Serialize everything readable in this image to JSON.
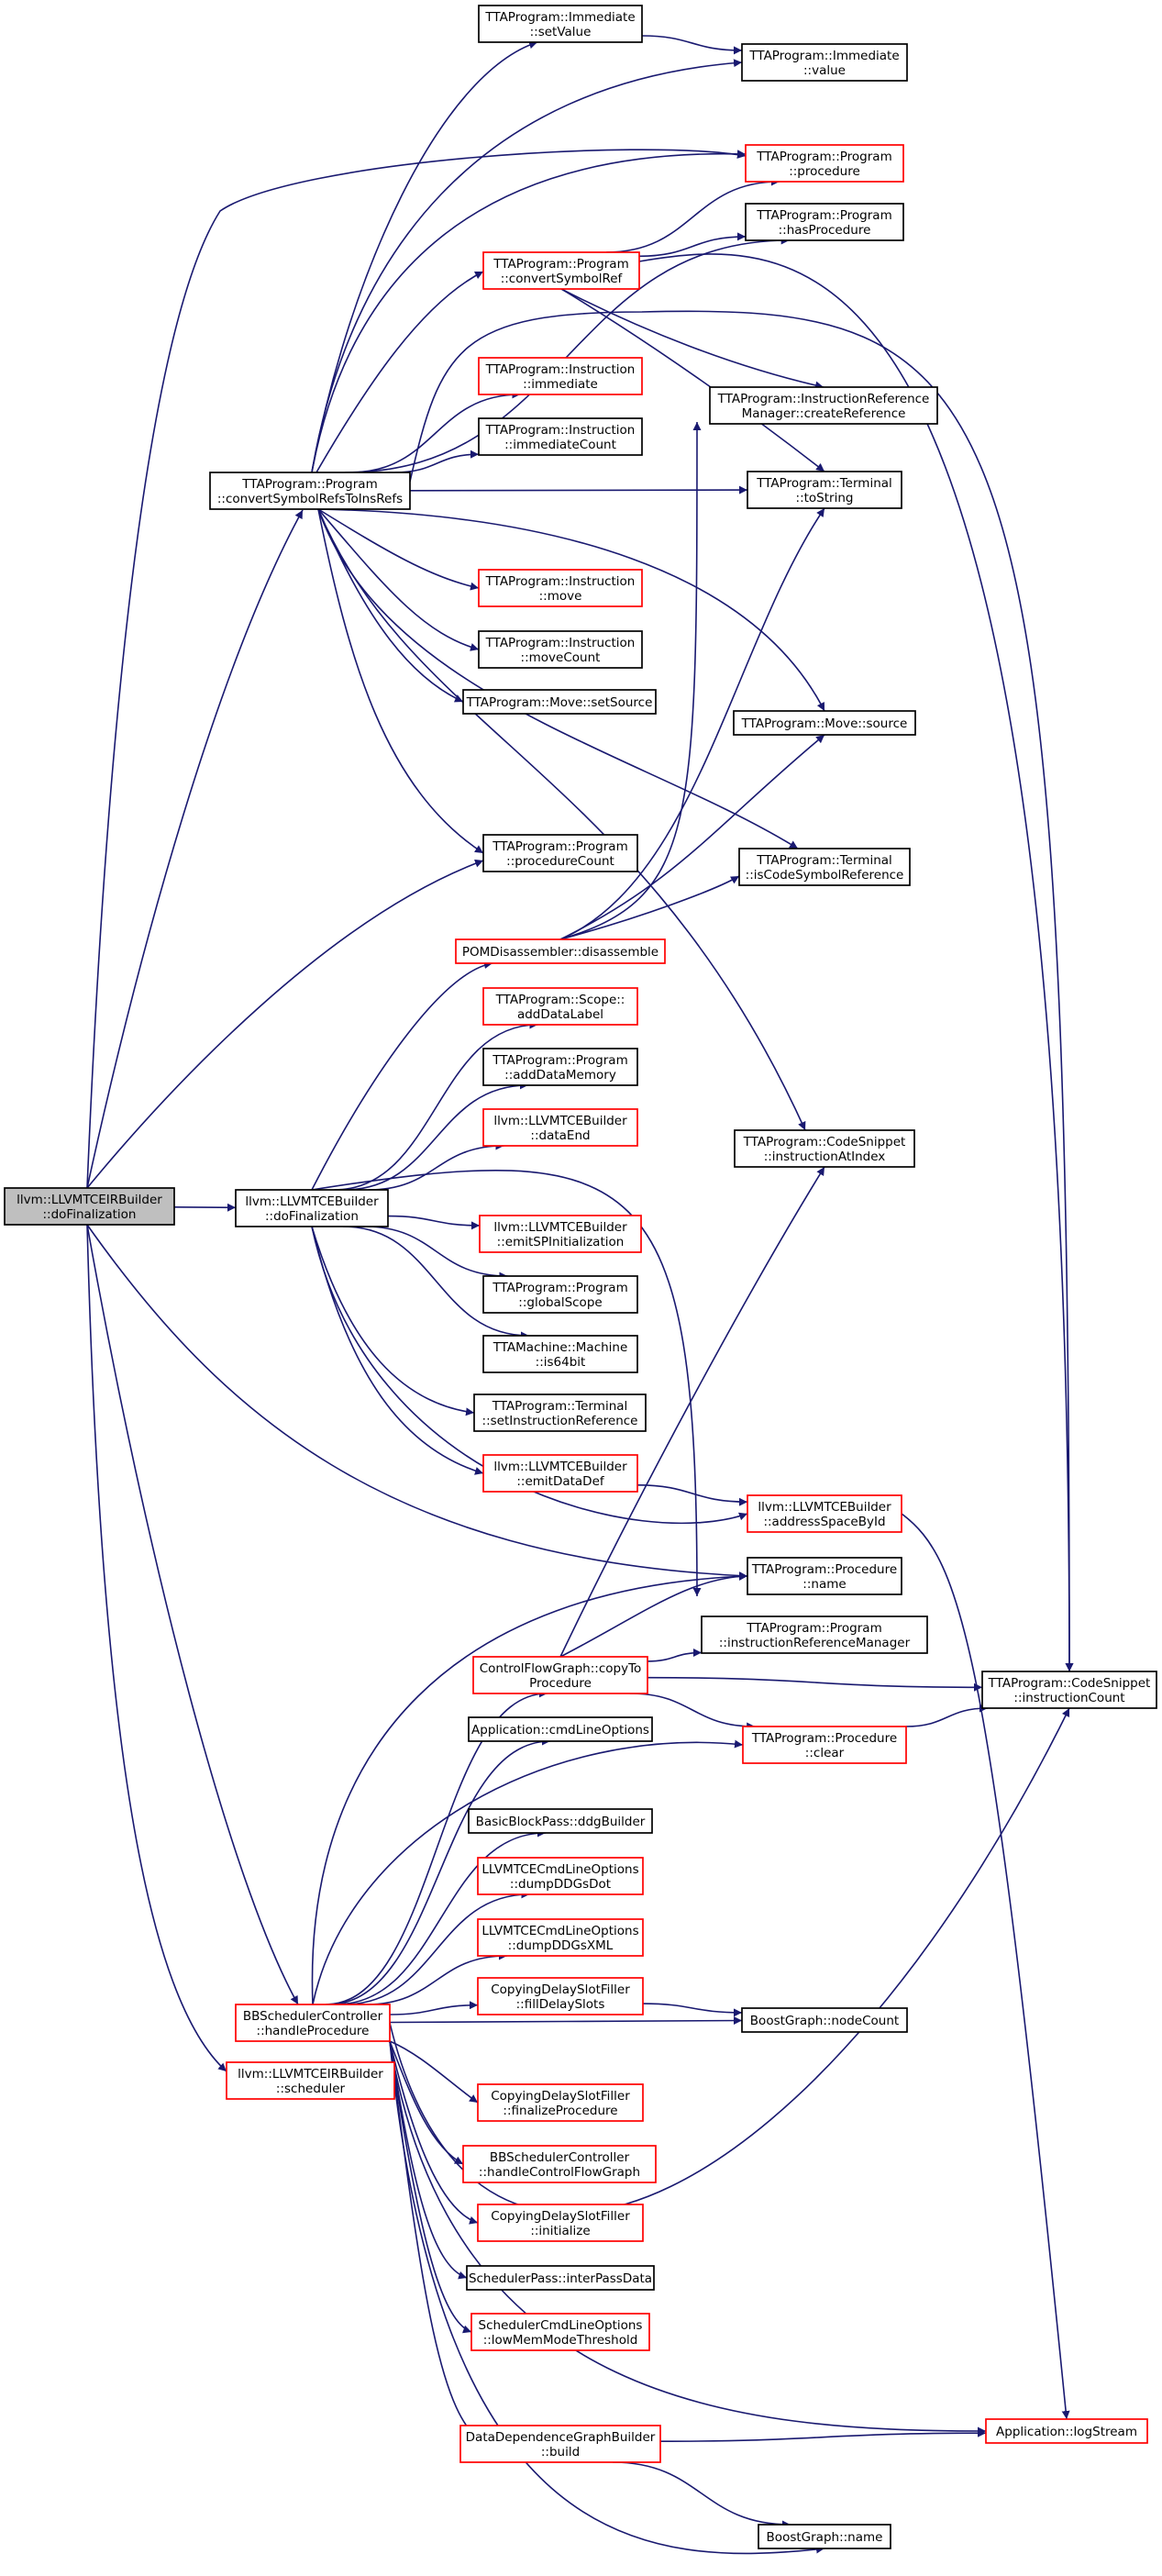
{
  "colors": {
    "edge": "#191970",
    "node_border_default": "#000000",
    "node_border_highlight": "#ff0000",
    "node_fill": "#ffffff",
    "root_fill": "#bfbfbf"
  },
  "nodes": [
    {
      "id": "root",
      "lines": [
        "llvm::LLVMTCEIRBuilder",
        "::doFinalization"
      ],
      "style": "root"
    },
    {
      "id": "convSym",
      "lines": [
        "TTAProgram::Program",
        "::convertSymbolRefsToInsRefs"
      ],
      "style": "normal"
    },
    {
      "id": "tceFinal",
      "lines": [
        "llvm::LLVMTCEBuilder",
        "::doFinalization"
      ],
      "style": "normal"
    },
    {
      "id": "bbsHandle",
      "lines": [
        "BBSchedulerController",
        "::handleProcedure"
      ],
      "style": "red"
    },
    {
      "id": "irSched",
      "lines": [
        "llvm::LLVMTCEIRBuilder",
        "::scheduler"
      ],
      "style": "red"
    },
    {
      "id": "immSet",
      "lines": [
        "TTAProgram::Immediate",
        "::setValue"
      ],
      "style": "normal"
    },
    {
      "id": "progConv",
      "lines": [
        "TTAProgram::Program",
        "::convertSymbolRef"
      ],
      "style": "red"
    },
    {
      "id": "instImm",
      "lines": [
        "TTAProgram::Instruction",
        "::immediate"
      ],
      "style": "red"
    },
    {
      "id": "instImmCnt",
      "lines": [
        "TTAProgram::Instruction",
        "::immediateCount"
      ],
      "style": "normal"
    },
    {
      "id": "instMove",
      "lines": [
        "TTAProgram::Instruction",
        "::move"
      ],
      "style": "red"
    },
    {
      "id": "instMoveCnt",
      "lines": [
        "TTAProgram::Instruction",
        "::moveCount"
      ],
      "style": "normal"
    },
    {
      "id": "moveSetSrc",
      "lines": [
        "TTAProgram::Move::setSource"
      ],
      "style": "normal"
    },
    {
      "id": "procCount",
      "lines": [
        "TTAProgram::Program",
        "::procedureCount"
      ],
      "style": "normal"
    },
    {
      "id": "pomDis",
      "lines": [
        "POMDisassembler::disassemble"
      ],
      "style": "red"
    },
    {
      "id": "scopeAdd",
      "lines": [
        "TTAProgram::Scope::",
        "addDataLabel"
      ],
      "style": "red"
    },
    {
      "id": "progAddData",
      "lines": [
        "TTAProgram::Program",
        "::addDataMemory"
      ],
      "style": "normal"
    },
    {
      "id": "dataEnd",
      "lines": [
        "llvm::LLVMTCEBuilder",
        "::dataEnd"
      ],
      "style": "red"
    },
    {
      "id": "emitSP",
      "lines": [
        "llvm::LLVMTCEBuilder",
        "::emitSPInitialization"
      ],
      "style": "red"
    },
    {
      "id": "globScope",
      "lines": [
        "TTAProgram::Program",
        "::globalScope"
      ],
      "style": "normal"
    },
    {
      "id": "is64",
      "lines": [
        "TTAMachine::Machine",
        "::is64bit"
      ],
      "style": "normal"
    },
    {
      "id": "termSetIR",
      "lines": [
        "TTAProgram::Terminal",
        "::setInstructionReference"
      ],
      "style": "normal"
    },
    {
      "id": "emitDD",
      "lines": [
        "llvm::LLVMTCEBuilder",
        "::emitDataDef"
      ],
      "style": "red"
    },
    {
      "id": "cfgCopy",
      "lines": [
        "ControlFlowGraph::copyTo",
        "Procedure"
      ],
      "style": "red"
    },
    {
      "id": "appCmd",
      "lines": [
        "Application::cmdLineOptions"
      ],
      "style": "normal"
    },
    {
      "id": "bbpDdg",
      "lines": [
        "BasicBlockPass::ddgBuilder"
      ],
      "style": "normal"
    },
    {
      "id": "dumpDot",
      "lines": [
        "LLVMTCECmdLineOptions",
        "::dumpDDGsDot"
      ],
      "style": "red"
    },
    {
      "id": "dumpXML",
      "lines": [
        "LLVMTCECmdLineOptions",
        "::dumpDDGsXML"
      ],
      "style": "red"
    },
    {
      "id": "fillDelay",
      "lines": [
        "CopyingDelaySlotFiller",
        "::fillDelaySlots"
      ],
      "style": "red"
    },
    {
      "id": "finProc",
      "lines": [
        "CopyingDelaySlotFiller",
        "::finalizeProcedure"
      ],
      "style": "red"
    },
    {
      "id": "bbsCFG",
      "lines": [
        "BBSchedulerController",
        "::handleControlFlowGraph"
      ],
      "style": "red"
    },
    {
      "id": "cdsInit",
      "lines": [
        "CopyingDelaySlotFiller",
        "::initialize"
      ],
      "style": "red"
    },
    {
      "id": "schedIPD",
      "lines": [
        "SchedulerPass::interPassData"
      ],
      "style": "normal"
    },
    {
      "id": "lowMem",
      "lines": [
        "SchedulerCmdLineOptions",
        "::lowMemModeThreshold"
      ],
      "style": "red"
    },
    {
      "id": "ddgBuild",
      "lines": [
        "DataDependenceGraphBuilder",
        "::build"
      ],
      "style": "red"
    },
    {
      "id": "immVal",
      "lines": [
        "TTAProgram::Immediate",
        "::value"
      ],
      "style": "normal"
    },
    {
      "id": "progProc",
      "lines": [
        "TTAProgram::Program",
        "::procedure"
      ],
      "style": "red"
    },
    {
      "id": "progHasProc",
      "lines": [
        "TTAProgram::Program",
        "::hasProcedure"
      ],
      "style": "normal"
    },
    {
      "id": "irmCreate",
      "lines": [
        "TTAProgram::InstructionReference",
        "Manager::createReference"
      ],
      "style": "normal"
    },
    {
      "id": "termToStr",
      "lines": [
        "TTAProgram::Terminal",
        "::toString"
      ],
      "style": "normal"
    },
    {
      "id": "moveSrc",
      "lines": [
        "TTAProgram::Move::source"
      ],
      "style": "normal"
    },
    {
      "id": "termIsCode",
      "lines": [
        "TTAProgram::Terminal",
        "::isCodeSymbolReference"
      ],
      "style": "normal"
    },
    {
      "id": "csAtIdx",
      "lines": [
        "TTAProgram::CodeSnippet",
        "::instructionAtIndex"
      ],
      "style": "normal"
    },
    {
      "id": "addrSpace",
      "lines": [
        "llvm::LLVMTCEBuilder",
        "::addressSpaceById"
      ],
      "style": "red"
    },
    {
      "id": "procName",
      "lines": [
        "TTAProgram::Procedure",
        "::name"
      ],
      "style": "normal"
    },
    {
      "id": "progIRM",
      "lines": [
        "TTAProgram::Program",
        "::instructionReferenceManager"
      ],
      "style": "normal"
    },
    {
      "id": "procClear",
      "lines": [
        "TTAProgram::Procedure",
        "::clear"
      ],
      "style": "red"
    },
    {
      "id": "bgNodeCnt",
      "lines": [
        "BoostGraph::nodeCount"
      ],
      "style": "normal"
    },
    {
      "id": "bgName",
      "lines": [
        "BoostGraph::name"
      ],
      "style": "normal"
    },
    {
      "id": "csInstCnt",
      "lines": [
        "TTAProgram::CodeSnippet",
        "::instructionCount"
      ],
      "style": "normal"
    },
    {
      "id": "appLog",
      "lines": [
        "Application::logStream"
      ],
      "style": "red"
    }
  ],
  "edges": [
    [
      "root",
      "convSym"
    ],
    [
      "root",
      "tceFinal"
    ],
    [
      "root",
      "bbsHandle"
    ],
    [
      "root",
      "irSched"
    ],
    [
      "root",
      "procCount"
    ],
    [
      "root",
      "progProc"
    ],
    [
      "root",
      "procName"
    ],
    [
      "convSym",
      "immSet"
    ],
    [
      "convSym",
      "immVal"
    ],
    [
      "convSym",
      "progProc"
    ],
    [
      "convSym",
      "progHasProc"
    ],
    [
      "convSym",
      "progConv"
    ],
    [
      "convSym",
      "csInstCnt"
    ],
    [
      "convSym",
      "instImm"
    ],
    [
      "convSym",
      "instImmCnt"
    ],
    [
      "convSym",
      "termToStr"
    ],
    [
      "convSym",
      "instMove"
    ],
    [
      "convSym",
      "instMoveCnt"
    ],
    [
      "convSym",
      "moveSetSrc"
    ],
    [
      "convSym",
      "moveSrc"
    ],
    [
      "convSym",
      "termIsCode"
    ],
    [
      "convSym",
      "procCount"
    ],
    [
      "convSym",
      "csAtIdx"
    ],
    [
      "immSet",
      "immVal"
    ],
    [
      "progConv",
      "progProc"
    ],
    [
      "progConv",
      "progHasProc"
    ],
    [
      "progConv",
      "csInstCnt"
    ],
    [
      "progConv",
      "irmCreate"
    ],
    [
      "progConv",
      "termToStr"
    ],
    [
      "tceFinal",
      "pomDis"
    ],
    [
      "tceFinal",
      "scopeAdd"
    ],
    [
      "tceFinal",
      "progAddData"
    ],
    [
      "tceFinal",
      "dataEnd"
    ],
    [
      "tceFinal",
      "emitSP"
    ],
    [
      "tceFinal",
      "globScope"
    ],
    [
      "tceFinal",
      "is64"
    ],
    [
      "tceFinal",
      "termSetIR"
    ],
    [
      "tceFinal",
      "emitDD"
    ],
    [
      "tceFinal",
      "addrSpace"
    ],
    [
      "tceFinal",
      "progIRM"
    ],
    [
      "pomDis",
      "irmCreate"
    ],
    [
      "pomDis",
      "termToStr"
    ],
    [
      "pomDis",
      "moveSrc"
    ],
    [
      "pomDis",
      "termIsCode"
    ],
    [
      "emitDD",
      "addrSpace"
    ],
    [
      "addrSpace",
      "appLog"
    ],
    [
      "bbsHandle",
      "cfgCopy"
    ],
    [
      "bbsHandle",
      "appCmd"
    ],
    [
      "bbsHandle",
      "bbpDdg"
    ],
    [
      "bbsHandle",
      "dumpDot"
    ],
    [
      "bbsHandle",
      "dumpXML"
    ],
    [
      "bbsHandle",
      "fillDelay"
    ],
    [
      "bbsHandle",
      "bgNodeCnt"
    ],
    [
      "bbsHandle",
      "finProc"
    ],
    [
      "bbsHandle",
      "bbsCFG"
    ],
    [
      "bbsHandle",
      "cdsInit"
    ],
    [
      "bbsHandle",
      "schedIPD"
    ],
    [
      "bbsHandle",
      "lowMem"
    ],
    [
      "bbsHandle",
      "ddgBuild"
    ],
    [
      "bbsHandle",
      "procName"
    ],
    [
      "bbsHandle",
      "procClear"
    ],
    [
      "bbsHandle",
      "csInstCnt"
    ],
    [
      "bbsHandle",
      "appLog"
    ],
    [
      "bbsHandle",
      "bgName"
    ],
    [
      "cfgCopy",
      "procName"
    ],
    [
      "cfgCopy",
      "progIRM"
    ],
    [
      "cfgCopy",
      "csAtIdx"
    ],
    [
      "cfgCopy",
      "csInstCnt"
    ],
    [
      "cfgCopy",
      "procClear"
    ],
    [
      "procClear",
      "csInstCnt"
    ],
    [
      "fillDelay",
      "bgNodeCnt"
    ],
    [
      "ddgBuild",
      "appLog"
    ],
    [
      "ddgBuild",
      "bgName"
    ]
  ]
}
